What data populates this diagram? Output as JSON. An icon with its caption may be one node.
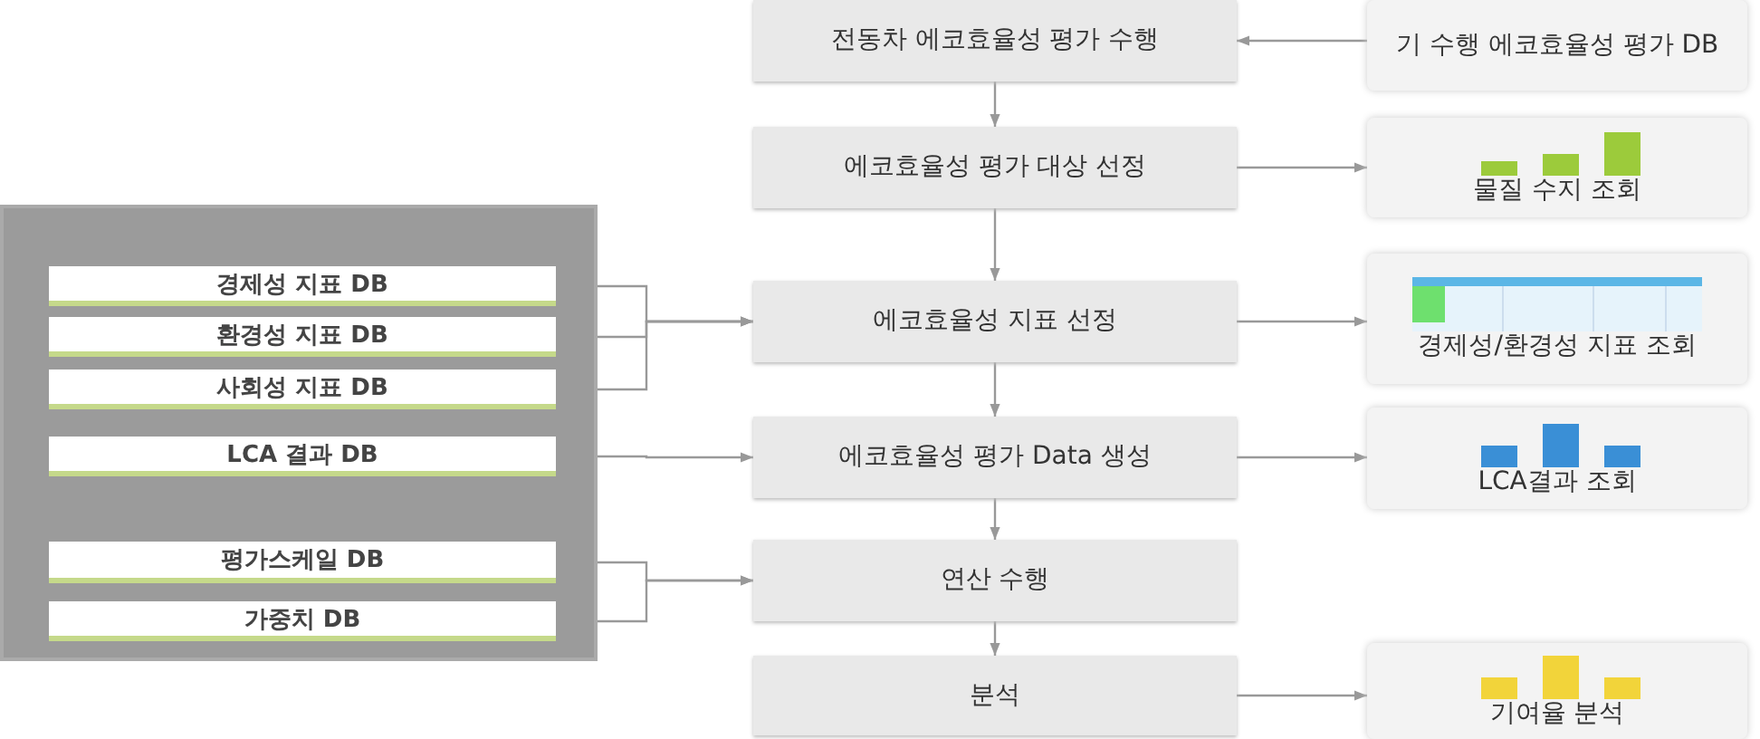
{
  "diagram": {
    "nodes": [
      {
        "text": [
          "전동차 에코효율성 평가 수행"
        ]
      },
      {
        "text": [
          "기 수행 에코효율성 평가 DB"
        ]
      },
      {
        "text": [
          "에코효율성 평가 대상 선정"
        ]
      },
      {
        "text": [
          "물질 수지 조회"
        ]
      },
      {
        "text": [
          "에코효율성 지표 선정"
        ]
      },
      {
        "text": [
          "경제성/환경성 지표 조회"
        ]
      },
      {
        "text": [
          "에코효율성 평가 Data 생성"
        ]
      },
      {
        "text": [
          "LCA결과 조회"
        ]
      },
      {
        "text": [
          "연산 수행"
        ]
      },
      {
        "text": [
          "분석"
        ]
      },
      {
        "text": [
          "기여율 분석"
        ]
      },
      {
        "text": [],
        "shape": "box"
      },
      {
        "text": [
          "경제성 지표 DB"
        ],
        "in": 11
      },
      {
        "text": [
          "환경성 지표 DB"
        ],
        "in": 11
      },
      {
        "text": [
          "사회성 지표 DB"
        ],
        "in": 11
      },
      {
        "text": [
          "LCA 결과 DB"
        ],
        "in": 11
      },
      {
        "text": [
          "평가스케일 DB"
        ],
        "in": 11
      },
      {
        "text": [
          "가중치 DB"
        ],
        "in": 11
      }
    ],
    "edges": [
      {
        "from": 1,
        "to": 0,
        "arrow": "to"
      },
      {
        "from": 0,
        "to": 2,
        "arrow": "to"
      },
      {
        "from": 2,
        "to": 4,
        "arrow": "to"
      },
      {
        "from": 4,
        "to": 6,
        "arrow": "to"
      },
      {
        "from": 6,
        "to": 8,
        "arrow": "to"
      },
      {
        "from": 8,
        "to": 9,
        "arrow": "to"
      },
      {
        "from": 2,
        "to": 3,
        "arrow": "to"
      },
      {
        "from": 4,
        "to": 5,
        "arrow": "to"
      },
      {
        "from": 6,
        "to": 7,
        "arrow": "to"
      },
      {
        "from": 9,
        "to": 10,
        "arrow": "to"
      },
      {
        "from": 12,
        "to": 4,
        "arrow": "to"
      },
      {
        "from": 13,
        "to": 4,
        "arrow": "to"
      },
      {
        "from": 14,
        "to": 4,
        "arrow": "to"
      },
      {
        "from": 15,
        "to": 6,
        "arrow": "to"
      },
      {
        "from": 16,
        "to": 8,
        "arrow": "to"
      },
      {
        "from": 17,
        "to": 8,
        "arrow": "to"
      }
    ]
  }
}
